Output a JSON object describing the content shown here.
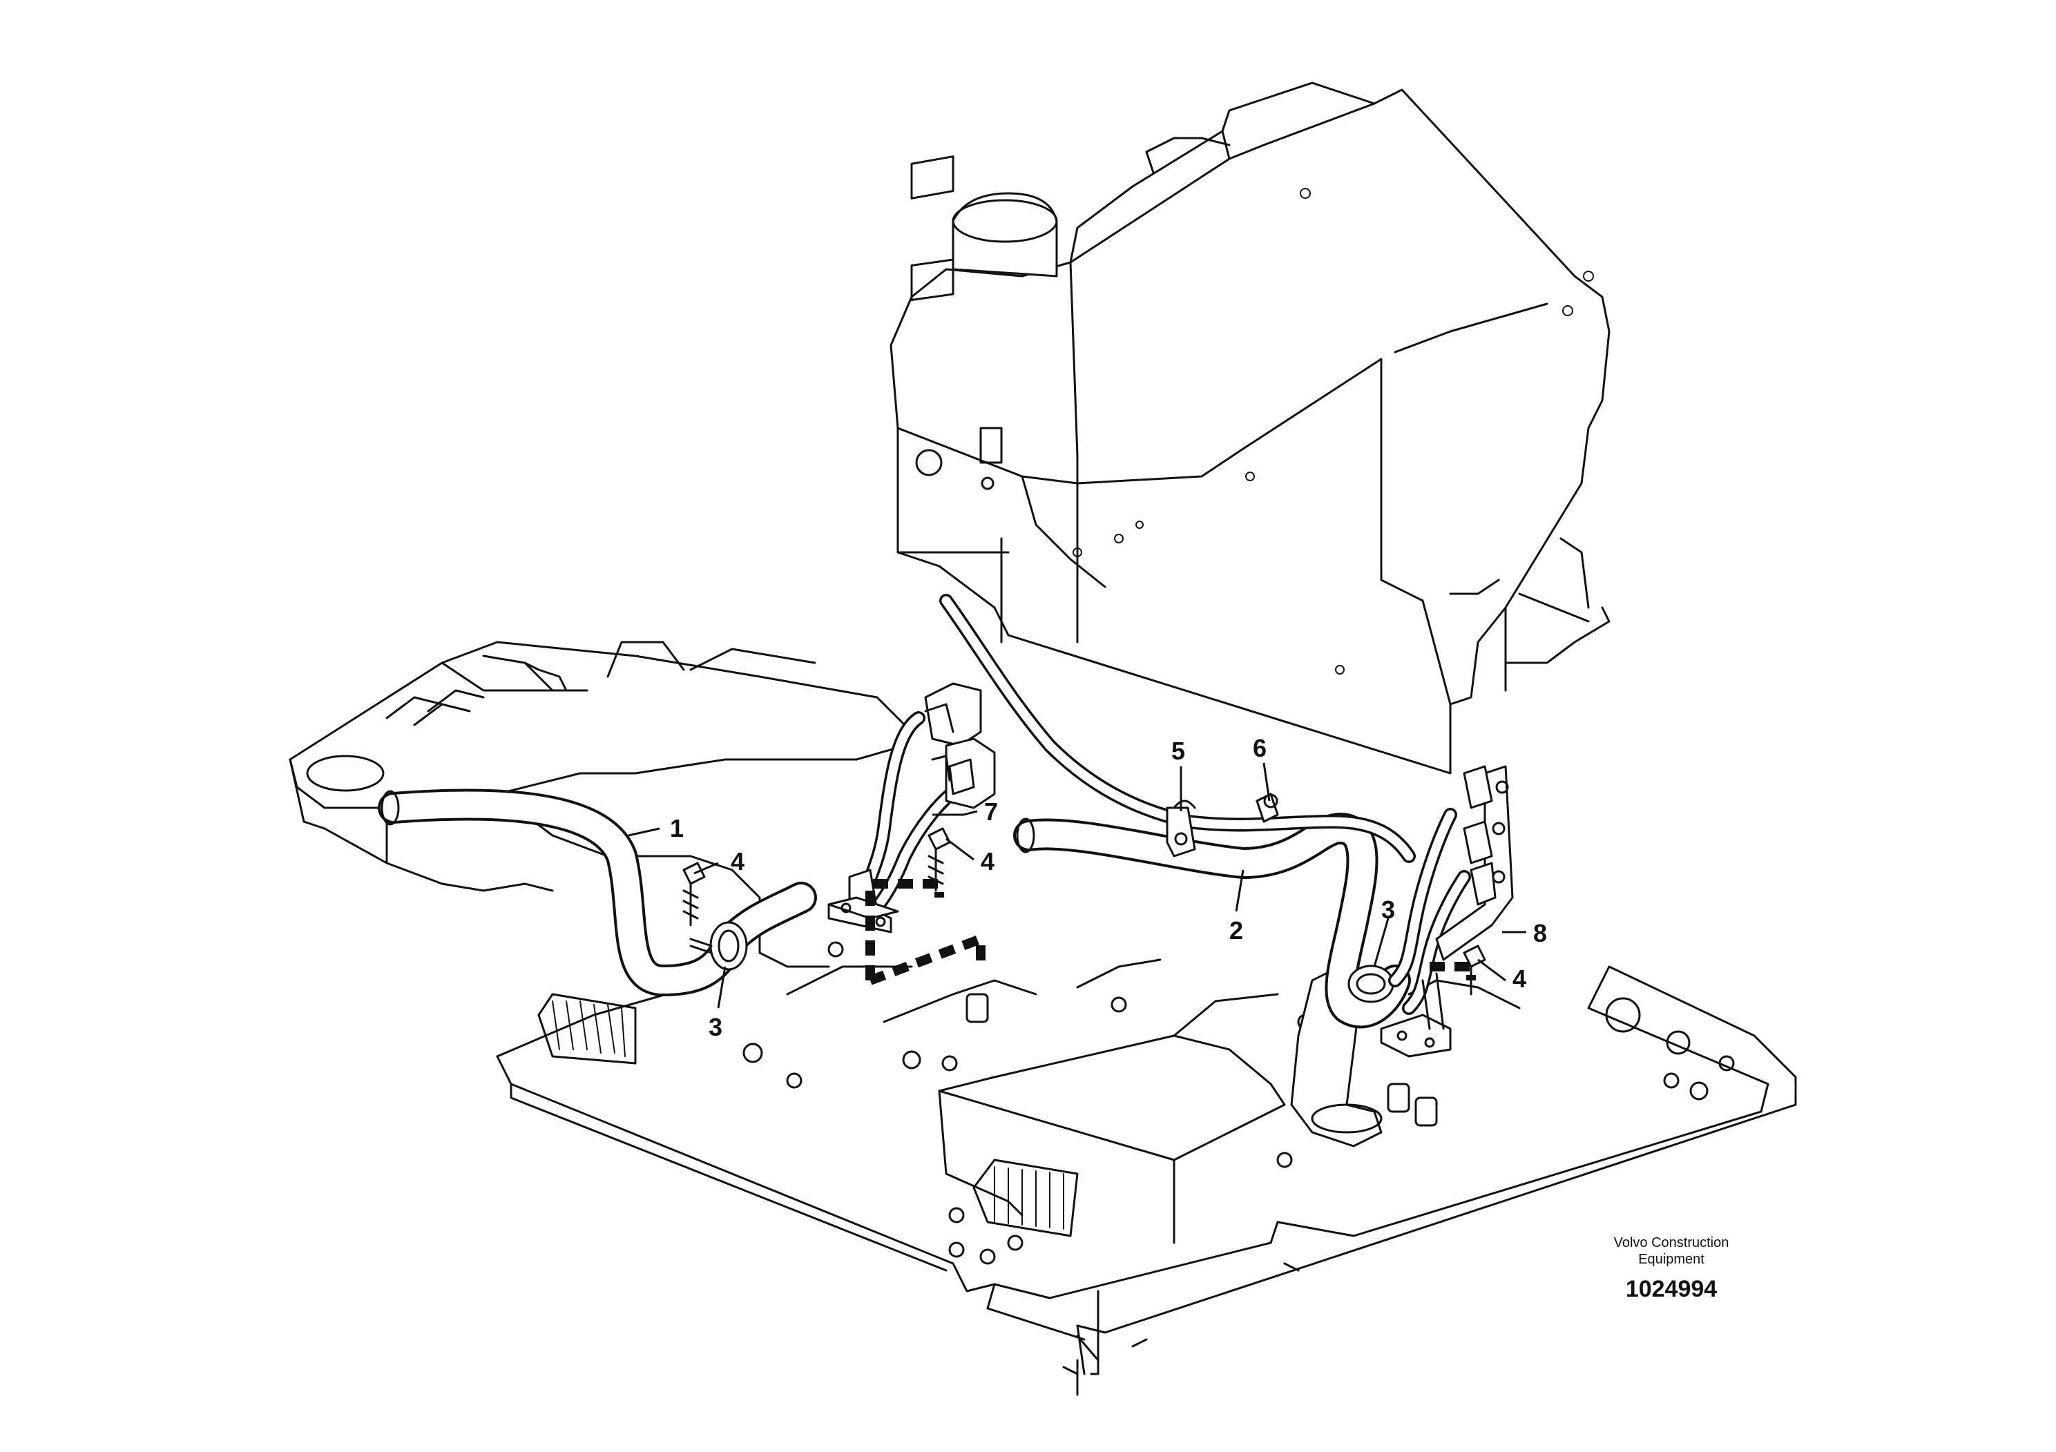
{
  "callouts": {
    "c1": "1",
    "c2": "2",
    "c3a": "3",
    "c3b": "3",
    "c4a": "4",
    "c4b": "4",
    "c4c": "4",
    "c5": "5",
    "c6": "6",
    "c7": "7",
    "c8": "8"
  },
  "footer": {
    "manufacturer": "Volvo Construction Equipment",
    "drawing_number": "1024994"
  }
}
